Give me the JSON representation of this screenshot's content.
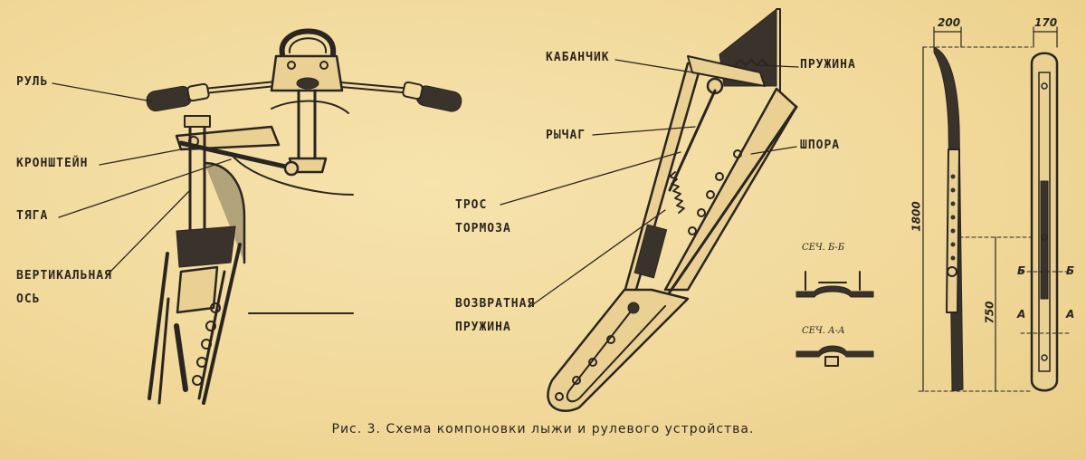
{
  "labels": {
    "rul": "РУЛЬ",
    "kronshtein": "КРОНШТЕЙН",
    "tyaga": "ТЯГА",
    "vert_line1": "ВЕРТИКАЛЬНАЯ",
    "vert_line2": "ОСЬ",
    "kabanchik": "КАБАНЧИК",
    "pruzhina": "ПРУЖИНА",
    "rychag": "РЫЧАГ",
    "shpora": "ШПОРА",
    "tros_line1": "ТРОС",
    "tros_line2": "ТОРМОЗА",
    "vozvr_line1": "ВОЗВРАТНАЯ",
    "vozvr_line2": "ПРУЖИНА"
  },
  "sections": {
    "bb": "СЕЧ. Б-Б",
    "aa": "СЕЧ. А-А"
  },
  "dimensions": {
    "width_side": "200",
    "width_top": "170",
    "length": "1800",
    "height_750": "750",
    "mark_b_left": "Б",
    "mark_b_right": "Б",
    "mark_a_left": "А",
    "mark_a_right": "А"
  },
  "caption": "Рис. 3. Схема компоновки лыжи и рулевого устройства."
}
